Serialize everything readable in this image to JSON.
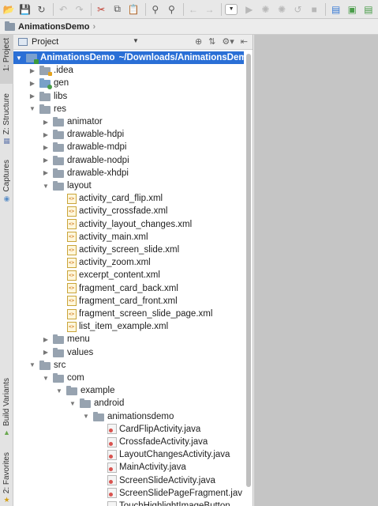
{
  "toolbar": {
    "buttons": [
      "open-icon",
      "save-icon",
      "sync-icon",
      "undo-icon",
      "redo-icon",
      "cut-icon",
      "copy-icon",
      "paste-icon",
      "find-icon",
      "replace-icon",
      "back-icon",
      "forward-icon",
      "run-config-dropdown",
      "run-icon",
      "debug-icon",
      "attach-icon",
      "rerun-icon",
      "stop-icon",
      "sdk-manager-icon",
      "avd-manager-icon",
      "device-icon"
    ]
  },
  "breadcrumb": {
    "project": "AnimationsDemo"
  },
  "side_tabs": {
    "project": "1: Project",
    "structure": "Z: Structure",
    "captures": "Captures",
    "build_variants": "Build Variants",
    "favorites": "2: Favorites"
  },
  "panel": {
    "view_label": "Project"
  },
  "tree": [
    {
      "label": "AnimationsDemo",
      "path": "~/Downloads/AnimationsDem",
      "depth": 0,
      "type": "module",
      "expanded": true,
      "selected": true
    },
    {
      "label": ".idea",
      "depth": 1,
      "type": "folder-idea",
      "expanded": false
    },
    {
      "label": "gen",
      "depth": 1,
      "type": "folder-gen",
      "expanded": false
    },
    {
      "label": "libs",
      "depth": 1,
      "type": "folder",
      "expanded": false
    },
    {
      "label": "res",
      "depth": 1,
      "type": "folder",
      "expanded": true
    },
    {
      "label": "animator",
      "depth": 2,
      "type": "folder",
      "expanded": false
    },
    {
      "label": "drawable-hdpi",
      "depth": 2,
      "type": "folder",
      "expanded": false
    },
    {
      "label": "drawable-mdpi",
      "depth": 2,
      "type": "folder",
      "expanded": false
    },
    {
      "label": "drawable-nodpi",
      "depth": 2,
      "type": "folder",
      "expanded": false
    },
    {
      "label": "drawable-xhdpi",
      "depth": 2,
      "type": "folder",
      "expanded": false
    },
    {
      "label": "layout",
      "depth": 2,
      "type": "folder",
      "expanded": true
    },
    {
      "label": "activity_card_flip.xml",
      "depth": 3,
      "type": "xml"
    },
    {
      "label": "activity_crossfade.xml",
      "depth": 3,
      "type": "xml"
    },
    {
      "label": "activity_layout_changes.xml",
      "depth": 3,
      "type": "xml"
    },
    {
      "label": "activity_main.xml",
      "depth": 3,
      "type": "xml"
    },
    {
      "label": "activity_screen_slide.xml",
      "depth": 3,
      "type": "xml"
    },
    {
      "label": "activity_zoom.xml",
      "depth": 3,
      "type": "xml"
    },
    {
      "label": "excerpt_content.xml",
      "depth": 3,
      "type": "xml"
    },
    {
      "label": "fragment_card_back.xml",
      "depth": 3,
      "type": "xml"
    },
    {
      "label": "fragment_card_front.xml",
      "depth": 3,
      "type": "xml"
    },
    {
      "label": "fragment_screen_slide_page.xml",
      "depth": 3,
      "type": "xml"
    },
    {
      "label": "list_item_example.xml",
      "depth": 3,
      "type": "xml"
    },
    {
      "label": "menu",
      "depth": 2,
      "type": "folder",
      "expanded": false
    },
    {
      "label": "values",
      "depth": 2,
      "type": "folder",
      "expanded": false
    },
    {
      "label": "src",
      "depth": 1,
      "type": "folder",
      "expanded": true
    },
    {
      "label": "com",
      "depth": 2,
      "type": "folder",
      "expanded": true
    },
    {
      "label": "example",
      "depth": 3,
      "type": "folder",
      "expanded": true
    },
    {
      "label": "android",
      "depth": 4,
      "type": "folder",
      "expanded": true
    },
    {
      "label": "animationsdemo",
      "depth": 5,
      "type": "folder",
      "expanded": true
    },
    {
      "label": "CardFlipActivity.java",
      "depth": 6,
      "type": "java"
    },
    {
      "label": "CrossfadeActivity.java",
      "depth": 6,
      "type": "java"
    },
    {
      "label": "LayoutChangesActivity.java",
      "depth": 6,
      "type": "java"
    },
    {
      "label": "MainActivity.java",
      "depth": 6,
      "type": "java"
    },
    {
      "label": "ScreenSlideActivity.java",
      "depth": 6,
      "type": "java"
    },
    {
      "label": "ScreenSlidePageFragment.jav",
      "depth": 6,
      "type": "java"
    },
    {
      "label": "TouchHighlightImageButton",
      "depth": 6,
      "type": "java"
    }
  ],
  "colors": {
    "selection": "#2a6fd6",
    "editor_bg": "#c5c5c5",
    "panel_bg": "#ffffff"
  }
}
